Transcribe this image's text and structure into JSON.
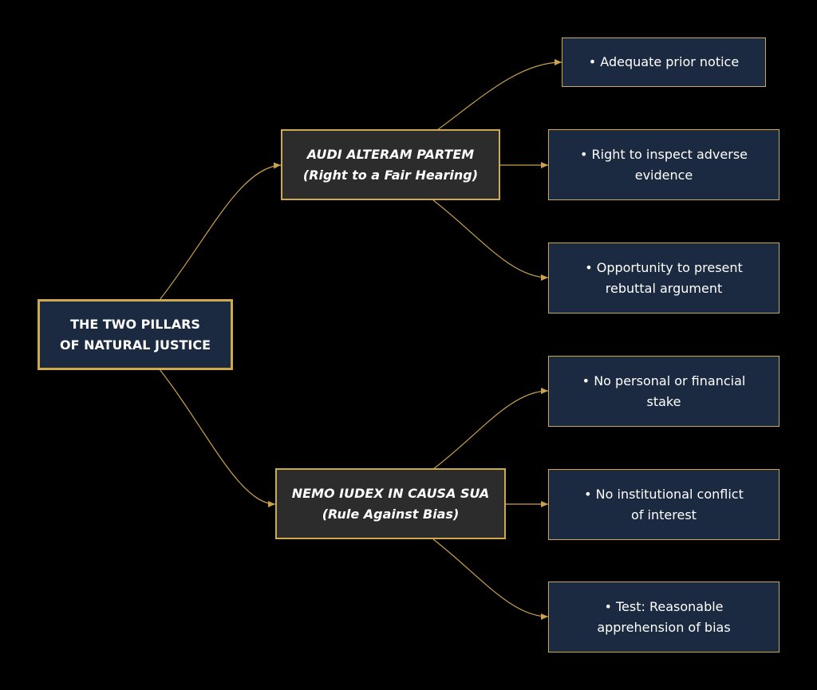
{
  "diagram": {
    "root": {
      "lines": [
        "THE TWO PILLARS",
        "OF NATURAL JUSTICE"
      ]
    },
    "pillars": [
      {
        "lines": [
          "AUDI ALTERAM PARTEM",
          "(Right to a Fair Hearing)"
        ],
        "children": [
          {
            "lines": [
              "• Adequate prior notice"
            ]
          },
          {
            "lines": [
              "• Right to inspect adverse",
              "evidence"
            ]
          },
          {
            "lines": [
              "• Opportunity to present",
              "rebuttal argument"
            ]
          }
        ]
      },
      {
        "lines": [
          "NEMO IUDEX IN CAUSA SUA",
          "(Rule Against Bias)"
        ],
        "children": [
          {
            "lines": [
              "• No personal or financial",
              "stake"
            ]
          },
          {
            "lines": [
              "• No institutional conflict",
              "of interest"
            ]
          },
          {
            "lines": [
              "• Test: Reasonable",
              "apprehension of bias"
            ]
          }
        ]
      }
    ],
    "colors": {
      "background": "#000000",
      "node_fill": "#1b2a40",
      "pillar_fill": "#2c2c2c",
      "border": "#cfaa4c",
      "edge": "#c9a24a",
      "text": "#ffffff"
    }
  }
}
